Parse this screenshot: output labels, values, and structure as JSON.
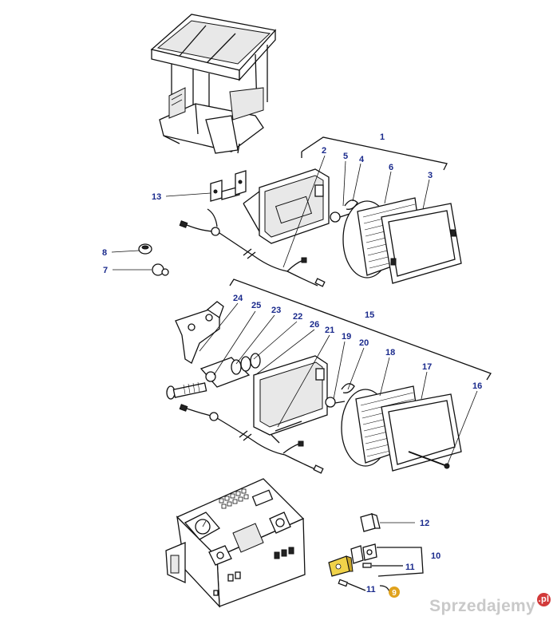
{
  "part_numbers": [
    "1",
    "2",
    "3",
    "4",
    "5",
    "6",
    "7",
    "8",
    "10",
    "11",
    "11",
    "12",
    "13",
    "15",
    "16",
    "17",
    "18",
    "19",
    "20",
    "21",
    "22",
    "23",
    "24",
    "25",
    "26"
  ],
  "badge": "9",
  "watermark": {
    "text": "Sprzedajemy",
    "tld": ".pl"
  },
  "colors": {
    "label": "#1a2a8c",
    "badge": "#e0a21c",
    "highlight": "#f0d24a",
    "watermark_tld": "#d23a3a"
  }
}
